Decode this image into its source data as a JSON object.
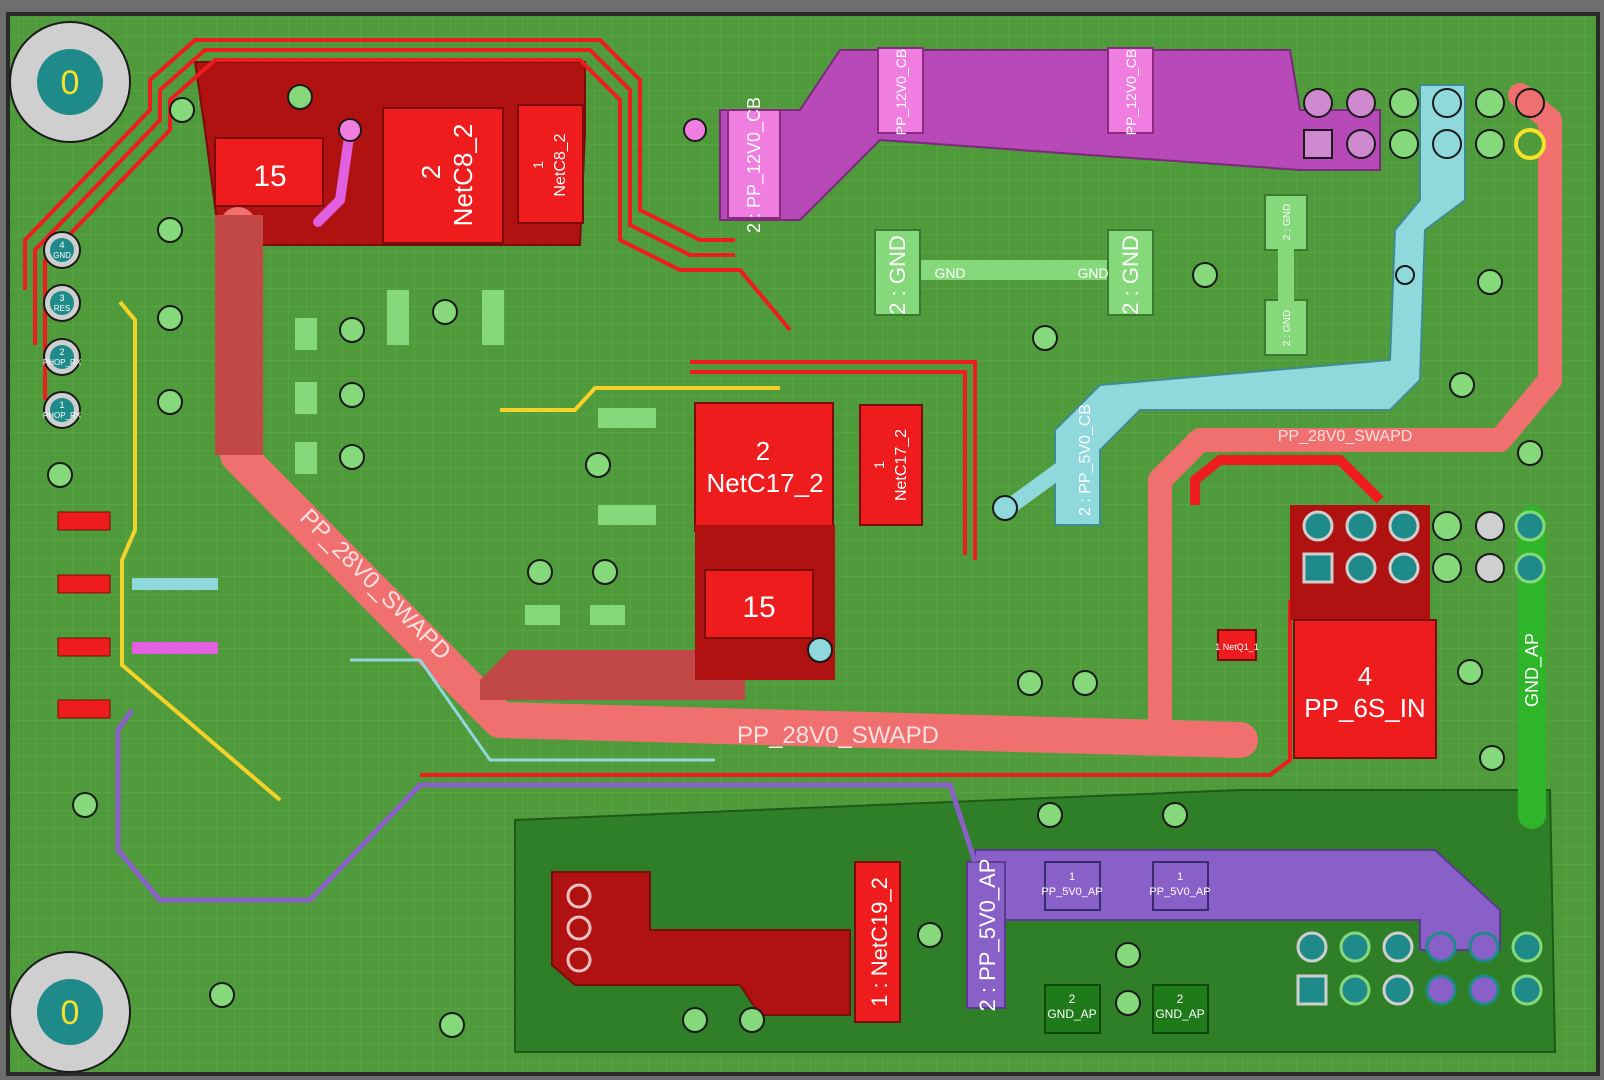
{
  "board": {
    "mounting_holes": [
      {
        "label": "0"
      },
      {
        "label": "0"
      }
    ],
    "components": {
      "u15_top": "15",
      "u15_mid": "15",
      "netc8_pad2_num": "2",
      "netc8_pad2_net": "NetC8_2",
      "netc8_pad1_num": "1",
      "netc8_pad1_net": "NetC8_2",
      "netc17_pad2_num": "2",
      "netc17_pad2_net": "NetC17_2",
      "netc17_pad1_num": "1",
      "netc17_pad1_net": "NetC17_2",
      "pp6s_num": "4",
      "pp6s_net": "PP_6S_IN",
      "netc19": "1 : NetC19_2",
      "pp5v0ap_left": "2 : PP_5V0_AP",
      "pp5v0ap_pad1_num": "1",
      "pp5v0ap_pad1_net": "PP_5V0_AP",
      "pp5v0ap_pad2_num": "1",
      "pp5v0ap_pad2_net": "PP_5V0_AP",
      "gndap_pad1_num": "2",
      "gndap_pad1_net": "GND_AP",
      "gndap_pad2_num": "2",
      "gndap_pad2_net": "GND_AP",
      "gnd_left": "2 : GND",
      "gnd_right": "2 : GND",
      "gnd_small_top": "2 : GND",
      "gnd_small_bottom": "2 : GND",
      "gnd_trace_a": "GND",
      "gnd_trace_b": "GND",
      "pp12v0cb_left": "2 : PP_12V0_CB",
      "pp12v0cb_top1": "PP_12V0_CB",
      "pp12v0cb_top2": "PP_12V0_CB",
      "pp5v0cb": "2 : PP_5V0_CB",
      "netq1": "1 NetQ1_1"
    },
    "nets": {
      "pp28_diag": "PP_28V0_SWAPD",
      "pp28_horizontal": "PP_28V0_SWAPD",
      "pp28_right": "PP_28V0_SWAPD",
      "gnd_ap_vertical": "GND_AP"
    },
    "header_pins": [
      {
        "num": "4",
        "net": "GND"
      },
      {
        "num": "3",
        "net": "RES"
      },
      {
        "num": "2",
        "net": "PHOP_RX"
      },
      {
        "num": "1",
        "net": "PHOP_RX"
      }
    ],
    "colors": {
      "board": "#4f9a3a",
      "copper_red": "#ee1c1c",
      "dark_red": "#b01212",
      "trace_salmon": "#f07070",
      "pour_magenta": "#b74ab8",
      "pour_cyan": "#8fd8dc",
      "pour_purple": "#8860c8",
      "pour_dark_green": "#2f7f28",
      "pad_light_green": "#86d97a",
      "hole_teal": "#1e8a8a"
    }
  }
}
